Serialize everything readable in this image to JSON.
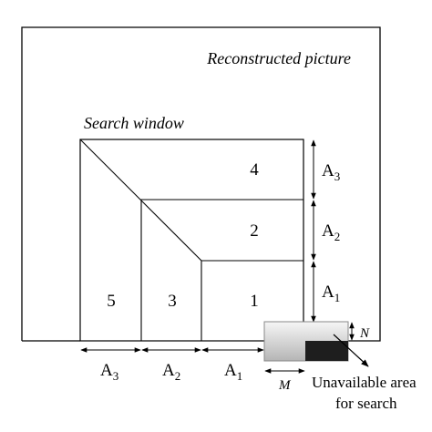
{
  "title": "Reconstructed picture",
  "search_window_label": "Search window",
  "regions": {
    "r1": "1",
    "r2": "2",
    "r3": "3",
    "r4": "4",
    "r5": "5"
  },
  "dims": {
    "right": [
      {
        "base": "A",
        "sub": "3"
      },
      {
        "base": "A",
        "sub": "2"
      },
      {
        "base": "A",
        "sub": "1"
      }
    ],
    "bottom": [
      {
        "base": "A",
        "sub": "3"
      },
      {
        "base": "A",
        "sub": "2"
      },
      {
        "base": "A",
        "sub": "1"
      }
    ]
  },
  "n_label": "N",
  "m_label": "M",
  "unavailable": {
    "line1": "Unavailable area",
    "line2": "for search"
  }
}
